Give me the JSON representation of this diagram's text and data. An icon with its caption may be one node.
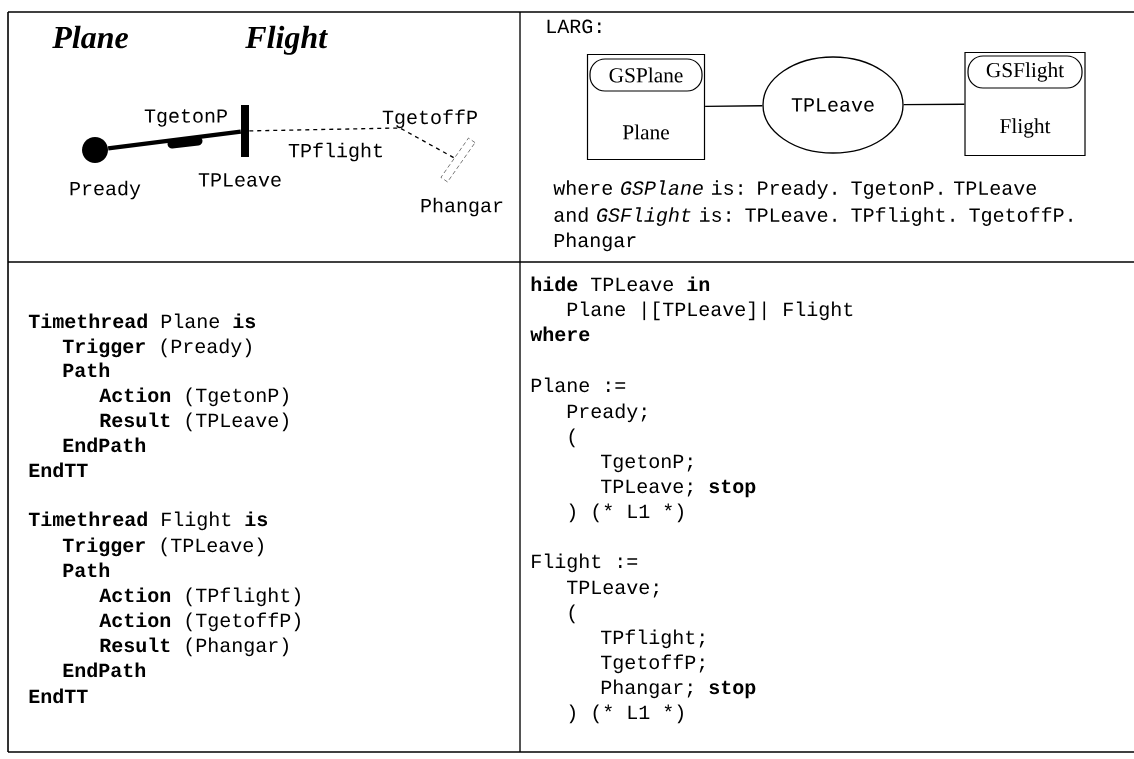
{
  "diagram": {
    "nodes": [
      {
        "text": [],
        "shape": "circle",
        "beside": [
          "Pready"
        ]
      },
      {
        "text": [],
        "shape": "bar",
        "beside": [
          "TPLeave"
        ]
      },
      {
        "text": [],
        "shape": "bar",
        "beside": [
          "Phangar"
        ]
      },
      {
        "text": [
          "Plane"
        ]
      },
      {
        "text": [
          "GSPlane"
        ],
        "in": 3
      },
      {
        "text": [
          "TPLeave"
        ]
      },
      {
        "text": [
          "Flight"
        ]
      },
      {
        "text": [
          "GSFlight"
        ],
        "in": 6
      }
    ],
    "edges": [
      {
        "from": 0,
        "to": 1,
        "arrow": "none",
        "label": "TgetonP",
        "style": "thick"
      },
      {
        "from": 1,
        "to": 2,
        "arrow": "none",
        "label": "TPflight",
        "style": "dashed"
      },
      {
        "from": 3,
        "to": 5,
        "arrow": "none"
      },
      {
        "from": 5,
        "to": 6,
        "arrow": "none"
      }
    ],
    "labels": [
      "Plane",
      "Flight",
      "TgetoffP",
      "LARG:",
      "where *GSPlane* is: Pready. TgetonP. TPLeave",
      "and *GSFlight* is: TPLeave. TPflight. TgetoffP. Phangar",
      "**Timethread** Plane **is**",
      "**Trigger** (Pready)",
      "Path",
      "**Action** (TgetonP)",
      "**Result** (TPLeave)",
      "EndPath",
      "EndTT",
      "**Timethread** Flight **is**",
      "**Trigger** (TPLeave)",
      "Path",
      "**Action** (TPflight)",
      "**Action** (TgetoffP)",
      "**Result** (Phangar)",
      "EndPath",
      "EndTT",
      "**hide** TPLeave **in**",
      "Plane |[TPLeave]| Flight",
      "where",
      "Plane :=",
      "Pready;",
      "(",
      "TgetonP;",
      "TPLeave; **stop**",
      ") (* L1 *)",
      "Flight :=",
      "TPLeave;",
      "(",
      "TPflight;",
      "TgetoffP;",
      "Phangar; **stop**",
      ") (* L1 *)"
    ]
  }
}
